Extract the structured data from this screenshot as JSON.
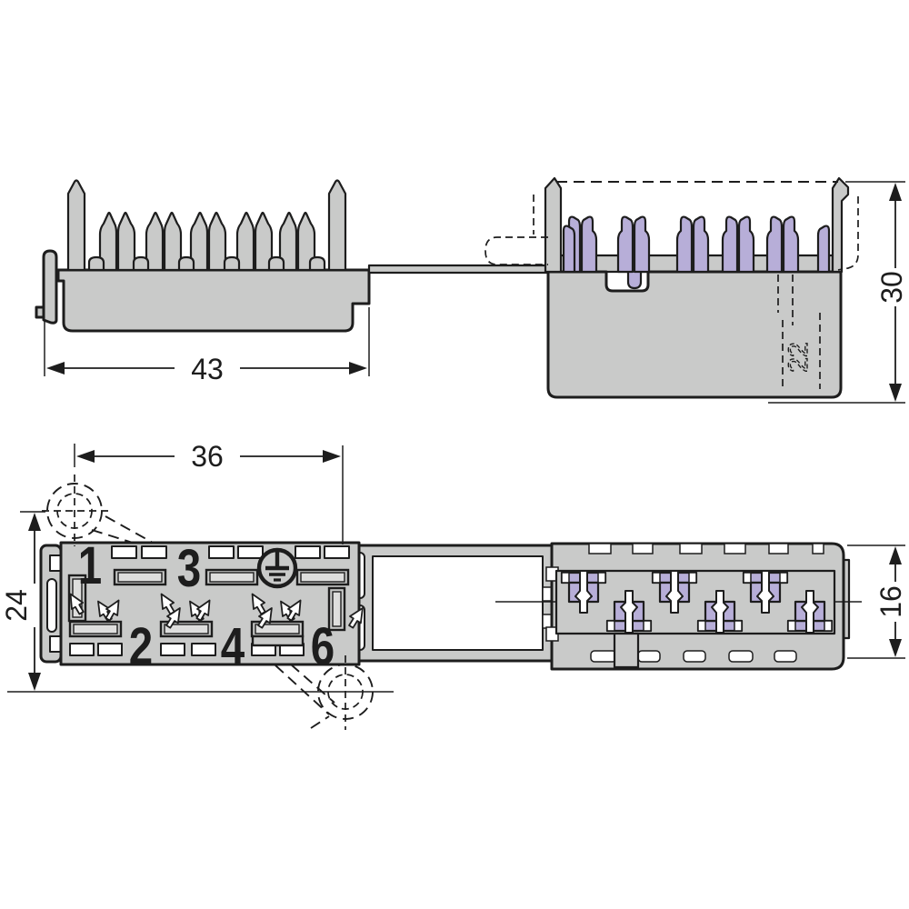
{
  "drawing": {
    "dimensions": {
      "cover_width": "43",
      "contact_span": "36",
      "cover_height": "24",
      "socket_height": "30",
      "socket_face_height": "16",
      "hidden_marking": "22"
    },
    "positions": {
      "n1": "1",
      "n2": "2",
      "n3": "3",
      "n4": "4",
      "n6": "6"
    },
    "symbols": {
      "earth": "protective-earth"
    },
    "colors": {
      "body_gray": "#c9cac9",
      "contact_purple": "#b7aed8",
      "line": "#1d1d1d",
      "background": "#ffffff"
    }
  }
}
